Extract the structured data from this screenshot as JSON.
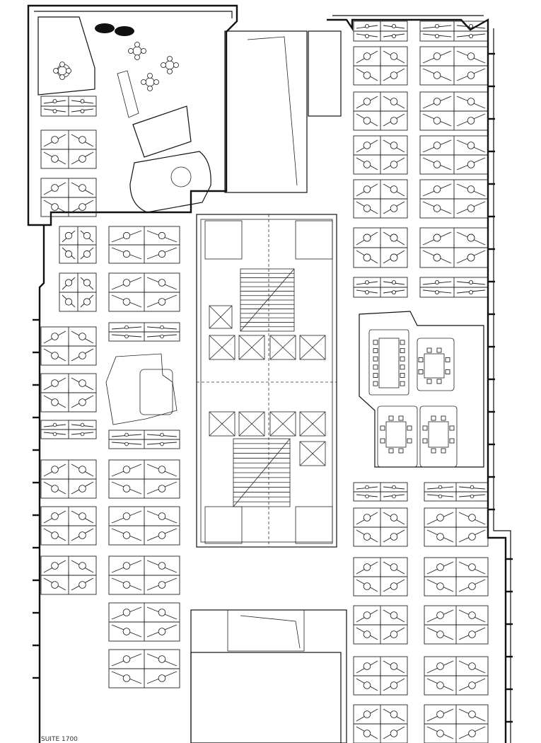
{
  "plan": {
    "caption": "SUITE 1700",
    "background": "#ffffff",
    "line_color": "#111111",
    "workstation_clusters": [
      {
        "col": 0,
        "row": 0
      }
    ]
  }
}
